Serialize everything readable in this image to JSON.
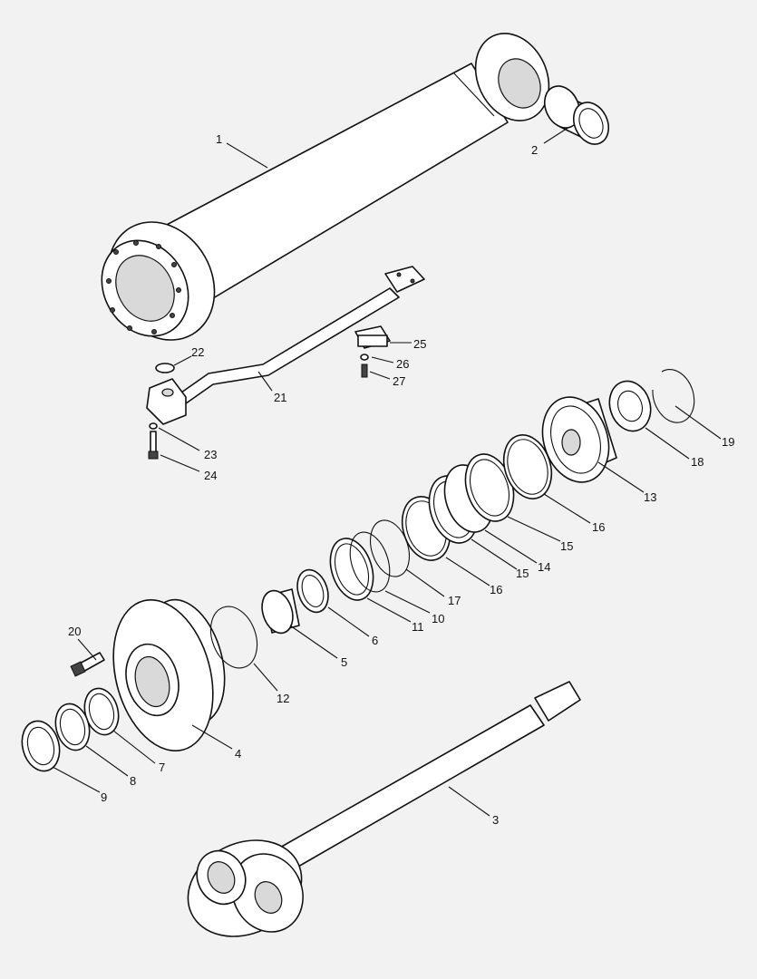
{
  "diagram": {
    "callouts": [
      "1",
      "2",
      "3",
      "4",
      "5",
      "6",
      "7",
      "8",
      "9",
      "10",
      "11",
      "12",
      "13",
      "14",
      "15",
      "15",
      "16",
      "16",
      "17",
      "18",
      "19",
      "20",
      "21",
      "22",
      "23",
      "24",
      "25",
      "26",
      "27"
    ]
  }
}
